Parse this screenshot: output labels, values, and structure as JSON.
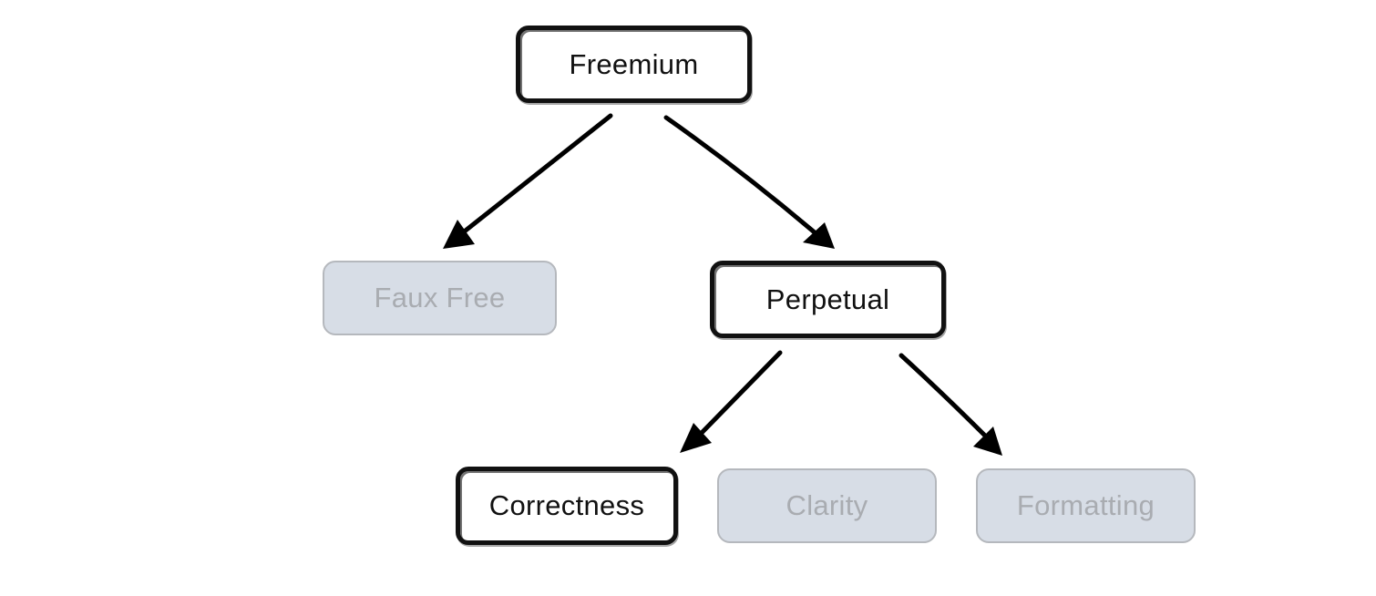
{
  "nodes": {
    "freemium": {
      "label": "Freemium",
      "state": "active"
    },
    "faux_free": {
      "label": "Faux Free",
      "state": "inactive"
    },
    "perpetual": {
      "label": "Perpetual",
      "state": "active"
    },
    "correctness": {
      "label": "Correctness",
      "state": "active"
    },
    "clarity": {
      "label": "Clarity",
      "state": "inactive"
    },
    "formatting": {
      "label": "Formatting",
      "state": "inactive"
    }
  },
  "edges": [
    {
      "from": "Freemium",
      "to": "Faux Free"
    },
    {
      "from": "Freemium",
      "to": "Perpetual"
    },
    {
      "from": "Perpetual",
      "to": "Correctness"
    },
    {
      "from": "Perpetual",
      "to": "Formatting"
    }
  ],
  "colors": {
    "active_border": "#111111",
    "inactive_fill": "#d7dde6",
    "inactive_border": "#b5b8bd",
    "inactive_text": "#a9acb1",
    "arrow": "#000000"
  }
}
